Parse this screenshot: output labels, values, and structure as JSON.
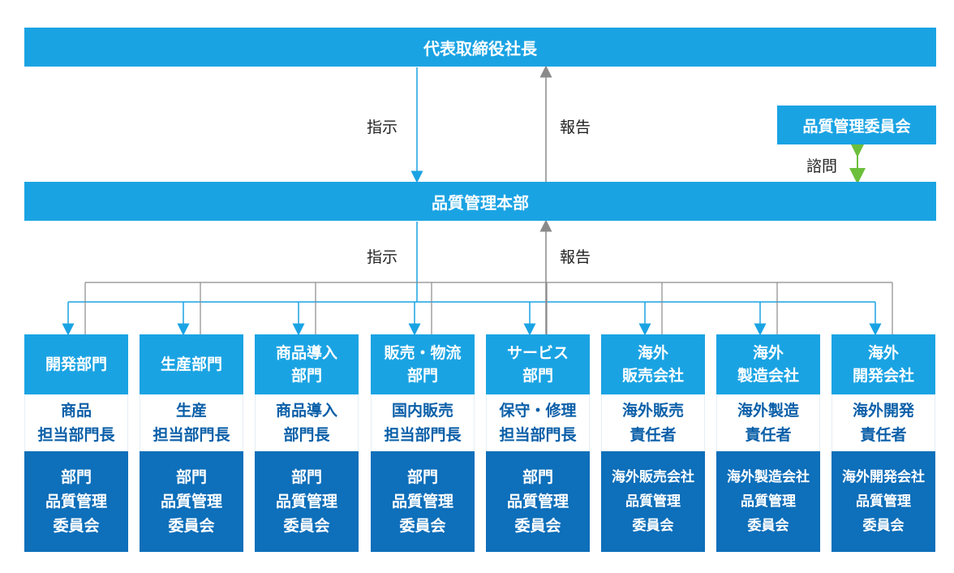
{
  "top": {
    "ceo": "代表取締役社長",
    "hq": "品質管理本部",
    "committee": "品質管理委員会"
  },
  "arrows": {
    "instruct1": "指示",
    "report1": "報告",
    "instruct2": "指示",
    "report2": "報告",
    "consult": "諮問"
  },
  "colors": {
    "light_blue": "#1aa3e3",
    "dark_blue": "#0e6fba",
    "text_blue": "#0a5fa8",
    "green": "#6cbf3b",
    "line": "#8a8a8a"
  },
  "columns": [
    {
      "top": "開発部門",
      "mid": "商品\n担当部門長",
      "bottom": "部門\n品質管理\n委員会"
    },
    {
      "top": "生産部門",
      "mid": "生産\n担当部門長",
      "bottom": "部門\n品質管理\n委員会"
    },
    {
      "top": "商品導入\n部門",
      "mid": "商品導入\n部門長",
      "bottom": "部門\n品質管理\n委員会"
    },
    {
      "top": "販売・物流\n部門",
      "mid": "国内販売\n担当部門長",
      "bottom": "部門\n品質管理\n委員会"
    },
    {
      "top": "サービス\n部門",
      "mid": "保守・修理\n担当部門長",
      "bottom": "部門\n品質管理\n委員会"
    },
    {
      "top": "海外\n販売会社",
      "mid": "海外販売\n責任者",
      "bottom": "海外販売会社\n品質管理\n委員会"
    },
    {
      "top": "海外\n製造会社",
      "mid": "海外製造\n責任者",
      "bottom": "海外製造会社\n品質管理\n委員会"
    },
    {
      "top": "海外\n開発会社",
      "mid": "海外開発\n責任者",
      "bottom": "海外開発会社\n品質管理\n委員会"
    }
  ]
}
